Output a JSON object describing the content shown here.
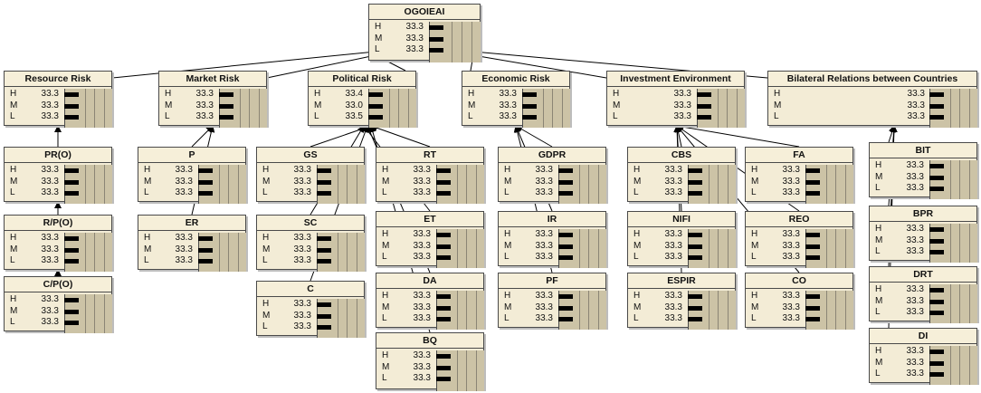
{
  "nodes": {
    "ogoiei": {
      "title": "OGOIEAI",
      "states": [
        {
          "s": "H",
          "v": "33.3",
          "p": 0.333
        },
        {
          "s": "M",
          "v": "33.3",
          "p": 0.333
        },
        {
          "s": "L",
          "v": "33.3",
          "p": 0.333
        }
      ]
    },
    "resource_risk": {
      "title": "Resource Risk",
      "states": [
        {
          "s": "H",
          "v": "33.3",
          "p": 0.333
        },
        {
          "s": "M",
          "v": "33.3",
          "p": 0.333
        },
        {
          "s": "L",
          "v": "33.3",
          "p": 0.333
        }
      ]
    },
    "market_risk": {
      "title": "Market Risk",
      "states": [
        {
          "s": "H",
          "v": "33.3",
          "p": 0.333
        },
        {
          "s": "M",
          "v": "33.3",
          "p": 0.333
        },
        {
          "s": "L",
          "v": "33.3",
          "p": 0.333
        }
      ]
    },
    "political_risk": {
      "title": "Political Risk",
      "states": [
        {
          "s": "H",
          "v": "33.4",
          "p": 0.334
        },
        {
          "s": "M",
          "v": "33.0",
          "p": 0.33
        },
        {
          "s": "L",
          "v": "33.5",
          "p": 0.335
        }
      ]
    },
    "economic_risk": {
      "title": "Economic Risk",
      "states": [
        {
          "s": "H",
          "v": "33.3",
          "p": 0.333
        },
        {
          "s": "M",
          "v": "33.3",
          "p": 0.333
        },
        {
          "s": "L",
          "v": "33.3",
          "p": 0.333
        }
      ]
    },
    "investment_env": {
      "title": "Investment Environment",
      "states": [
        {
          "s": "H",
          "v": "33.3",
          "p": 0.333
        },
        {
          "s": "M",
          "v": "33.3",
          "p": 0.333
        },
        {
          "s": "L",
          "v": "33.3",
          "p": 0.333
        }
      ]
    },
    "bilateral": {
      "title": "Bilateral Relations between Countries",
      "states": [
        {
          "s": "H",
          "v": "33.3",
          "p": 0.333
        },
        {
          "s": "M",
          "v": "33.3",
          "p": 0.333
        },
        {
          "s": "L",
          "v": "33.3",
          "p": 0.333
        }
      ]
    },
    "pro": {
      "title": "PR(O)",
      "states": [
        {
          "s": "H",
          "v": "33.3",
          "p": 0.333
        },
        {
          "s": "M",
          "v": "33.3",
          "p": 0.333
        },
        {
          "s": "L",
          "v": "33.3",
          "p": 0.333
        }
      ]
    },
    "rpo": {
      "title": "R/P(O)",
      "states": [
        {
          "s": "H",
          "v": "33.3",
          "p": 0.333
        },
        {
          "s": "M",
          "v": "33.3",
          "p": 0.333
        },
        {
          "s": "L",
          "v": "33.3",
          "p": 0.333
        }
      ]
    },
    "cpo": {
      "title": "C/P(O)",
      "states": [
        {
          "s": "H",
          "v": "33.3",
          "p": 0.333
        },
        {
          "s": "M",
          "v": "33.3",
          "p": 0.333
        },
        {
          "s": "L",
          "v": "33.3",
          "p": 0.333
        }
      ]
    },
    "p": {
      "title": "P",
      "states": [
        {
          "s": "H",
          "v": "33.3",
          "p": 0.333
        },
        {
          "s": "M",
          "v": "33.3",
          "p": 0.333
        },
        {
          "s": "L",
          "v": "33.3",
          "p": 0.333
        }
      ]
    },
    "er": {
      "title": "ER",
      "states": [
        {
          "s": "H",
          "v": "33.3",
          "p": 0.333
        },
        {
          "s": "M",
          "v": "33.3",
          "p": 0.333
        },
        {
          "s": "L",
          "v": "33.3",
          "p": 0.333
        }
      ]
    },
    "gs": {
      "title": "GS",
      "states": [
        {
          "s": "H",
          "v": "33.3",
          "p": 0.333
        },
        {
          "s": "M",
          "v": "33.3",
          "p": 0.333
        },
        {
          "s": "L",
          "v": "33.3",
          "p": 0.333
        }
      ]
    },
    "sc": {
      "title": "SC",
      "states": [
        {
          "s": "H",
          "v": "33.3",
          "p": 0.333
        },
        {
          "s": "M",
          "v": "33.3",
          "p": 0.333
        },
        {
          "s": "L",
          "v": "33.3",
          "p": 0.333
        }
      ]
    },
    "c": {
      "title": "C",
      "states": [
        {
          "s": "H",
          "v": "33.3",
          "p": 0.333
        },
        {
          "s": "M",
          "v": "33.3",
          "p": 0.333
        },
        {
          "s": "L",
          "v": "33.3",
          "p": 0.333
        }
      ]
    },
    "rt": {
      "title": "RT",
      "states": [
        {
          "s": "H",
          "v": "33.3",
          "p": 0.333
        },
        {
          "s": "M",
          "v": "33.3",
          "p": 0.333
        },
        {
          "s": "L",
          "v": "33.3",
          "p": 0.333
        }
      ]
    },
    "et": {
      "title": "ET",
      "states": [
        {
          "s": "H",
          "v": "33.3",
          "p": 0.333
        },
        {
          "s": "M",
          "v": "33.3",
          "p": 0.333
        },
        {
          "s": "L",
          "v": "33.3",
          "p": 0.333
        }
      ]
    },
    "da": {
      "title": "DA",
      "states": [
        {
          "s": "H",
          "v": "33.3",
          "p": 0.333
        },
        {
          "s": "M",
          "v": "33.3",
          "p": 0.333
        },
        {
          "s": "L",
          "v": "33.3",
          "p": 0.333
        }
      ]
    },
    "bq": {
      "title": "BQ",
      "states": [
        {
          "s": "H",
          "v": "33.3",
          "p": 0.333
        },
        {
          "s": "M",
          "v": "33.3",
          "p": 0.333
        },
        {
          "s": "L",
          "v": "33.3",
          "p": 0.333
        }
      ]
    },
    "gdpr": {
      "title": "GDPR",
      "states": [
        {
          "s": "H",
          "v": "33.3",
          "p": 0.333
        },
        {
          "s": "M",
          "v": "33.3",
          "p": 0.333
        },
        {
          "s": "L",
          "v": "33.3",
          "p": 0.333
        }
      ]
    },
    "ir": {
      "title": "IR",
      "states": [
        {
          "s": "H",
          "v": "33.3",
          "p": 0.333
        },
        {
          "s": "M",
          "v": "33.3",
          "p": 0.333
        },
        {
          "s": "L",
          "v": "33.3",
          "p": 0.333
        }
      ]
    },
    "pf": {
      "title": "PF",
      "states": [
        {
          "s": "H",
          "v": "33.3",
          "p": 0.333
        },
        {
          "s": "M",
          "v": "33.3",
          "p": 0.333
        },
        {
          "s": "L",
          "v": "33.3",
          "p": 0.333
        }
      ]
    },
    "cbs": {
      "title": "CBS",
      "states": [
        {
          "s": "H",
          "v": "33.3",
          "p": 0.333
        },
        {
          "s": "M",
          "v": "33.3",
          "p": 0.333
        },
        {
          "s": "L",
          "v": "33.3",
          "p": 0.333
        }
      ]
    },
    "nifi": {
      "title": "NIFI",
      "states": [
        {
          "s": "H",
          "v": "33.3",
          "p": 0.333
        },
        {
          "s": "M",
          "v": "33.3",
          "p": 0.333
        },
        {
          "s": "L",
          "v": "33.3",
          "p": 0.333
        }
      ]
    },
    "espir": {
      "title": "ESPIR",
      "states": [
        {
          "s": "H",
          "v": "33.3",
          "p": 0.333
        },
        {
          "s": "M",
          "v": "33.3",
          "p": 0.333
        },
        {
          "s": "L",
          "v": "33.3",
          "p": 0.333
        }
      ]
    },
    "fa": {
      "title": "FA",
      "states": [
        {
          "s": "H",
          "v": "33.3",
          "p": 0.333
        },
        {
          "s": "M",
          "v": "33.3",
          "p": 0.333
        },
        {
          "s": "L",
          "v": "33.3",
          "p": 0.333
        }
      ]
    },
    "reo": {
      "title": "REO",
      "states": [
        {
          "s": "H",
          "v": "33.3",
          "p": 0.333
        },
        {
          "s": "M",
          "v": "33.3",
          "p": 0.333
        },
        {
          "s": "L",
          "v": "33.3",
          "p": 0.333
        }
      ]
    },
    "co": {
      "title": "CO",
      "states": [
        {
          "s": "H",
          "v": "33.3",
          "p": 0.333
        },
        {
          "s": "M",
          "v": "33.3",
          "p": 0.333
        },
        {
          "s": "L",
          "v": "33.3",
          "p": 0.333
        }
      ]
    },
    "bit": {
      "title": "BIT",
      "states": [
        {
          "s": "H",
          "v": "33.3",
          "p": 0.333
        },
        {
          "s": "M",
          "v": "33.3",
          "p": 0.333
        },
        {
          "s": "L",
          "v": "33.3",
          "p": 0.333
        }
      ]
    },
    "bpr": {
      "title": "BPR",
      "states": [
        {
          "s": "H",
          "v": "33.3",
          "p": 0.333
        },
        {
          "s": "M",
          "v": "33.3",
          "p": 0.333
        },
        {
          "s": "L",
          "v": "33.3",
          "p": 0.333
        }
      ]
    },
    "drt": {
      "title": "DRT",
      "states": [
        {
          "s": "H",
          "v": "33.3",
          "p": 0.333
        },
        {
          "s": "M",
          "v": "33.3",
          "p": 0.333
        },
        {
          "s": "L",
          "v": "33.3",
          "p": 0.333
        }
      ]
    },
    "di": {
      "title": "DI",
      "states": [
        {
          "s": "H",
          "v": "33.3",
          "p": 0.333
        },
        {
          "s": "M",
          "v": "33.3",
          "p": 0.333
        },
        {
          "s": "L",
          "v": "33.3",
          "p": 0.333
        }
      ]
    }
  },
  "edges": [
    [
      "resource_risk",
      "ogoiei"
    ],
    [
      "market_risk",
      "ogoiei"
    ],
    [
      "political_risk",
      "ogoiei"
    ],
    [
      "economic_risk",
      "ogoiei"
    ],
    [
      "investment_env",
      "ogoiei"
    ],
    [
      "bilateral",
      "ogoiei"
    ],
    [
      "pro",
      "resource_risk"
    ],
    [
      "rpo",
      "pro"
    ],
    [
      "cpo",
      "rpo"
    ],
    [
      "p",
      "market_risk"
    ],
    [
      "er",
      "market_risk"
    ],
    [
      "gs",
      "political_risk"
    ],
    [
      "sc",
      "political_risk"
    ],
    [
      "c",
      "political_risk"
    ],
    [
      "rt",
      "political_risk"
    ],
    [
      "et",
      "political_risk"
    ],
    [
      "da",
      "political_risk"
    ],
    [
      "bq",
      "political_risk"
    ],
    [
      "gdpr",
      "economic_risk"
    ],
    [
      "ir",
      "economic_risk"
    ],
    [
      "pf",
      "economic_risk"
    ],
    [
      "cbs",
      "investment_env"
    ],
    [
      "nifi",
      "investment_env"
    ],
    [
      "espir",
      "investment_env"
    ],
    [
      "fa",
      "investment_env"
    ],
    [
      "reo",
      "investment_env"
    ],
    [
      "co",
      "investment_env"
    ],
    [
      "bit",
      "bilateral"
    ],
    [
      "bpr",
      "bilateral"
    ],
    [
      "drt",
      "bilateral"
    ],
    [
      "di",
      "bilateral"
    ]
  ]
}
